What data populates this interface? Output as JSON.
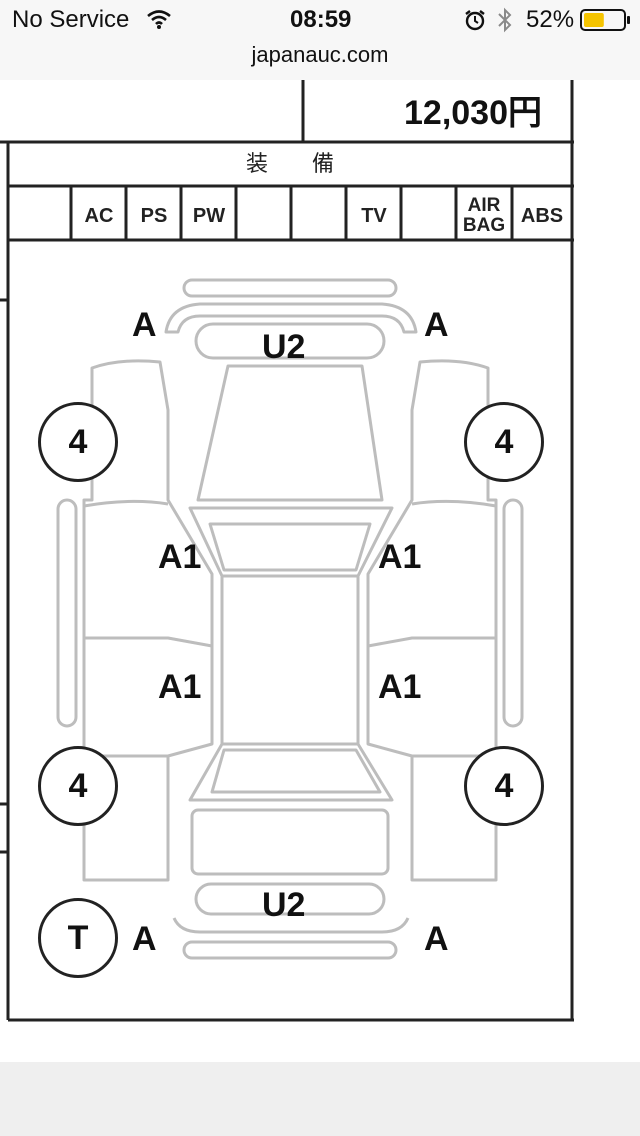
{
  "status_bar": {
    "carrier": "No Service",
    "time": "08:59",
    "battery_percent": "52%",
    "battery_level": 0.52,
    "icons": [
      "wifi-icon",
      "alarm-icon",
      "bluetooth-icon",
      "battery-icon"
    ]
  },
  "url_bar": {
    "domain": "japanauc.com"
  },
  "sheet": {
    "price": "12,030円",
    "equipment_header": "装　　備",
    "equipment": [
      "",
      "AC",
      "PS",
      "PW",
      "",
      "",
      "TV",
      "",
      "AIR BAG",
      "ABS"
    ],
    "condition_codes": {
      "front_bumper_left": "A",
      "front_bumper_right": "A",
      "front_center": "U2",
      "tire_front_left": "4",
      "tire_front_right": "4",
      "door_front_left": "A1",
      "door_front_right": "A1",
      "door_rear_left": "A1",
      "door_rear_right": "A1",
      "tire_rear_left": "4",
      "tire_rear_right": "4",
      "rear_center": "U2",
      "spare_tire": "T",
      "rear_bumper_left": "A",
      "rear_bumper_right": "A"
    }
  },
  "colors": {
    "battery_fill": "#f5c400",
    "diagram_gray": "#bdbdbd"
  }
}
